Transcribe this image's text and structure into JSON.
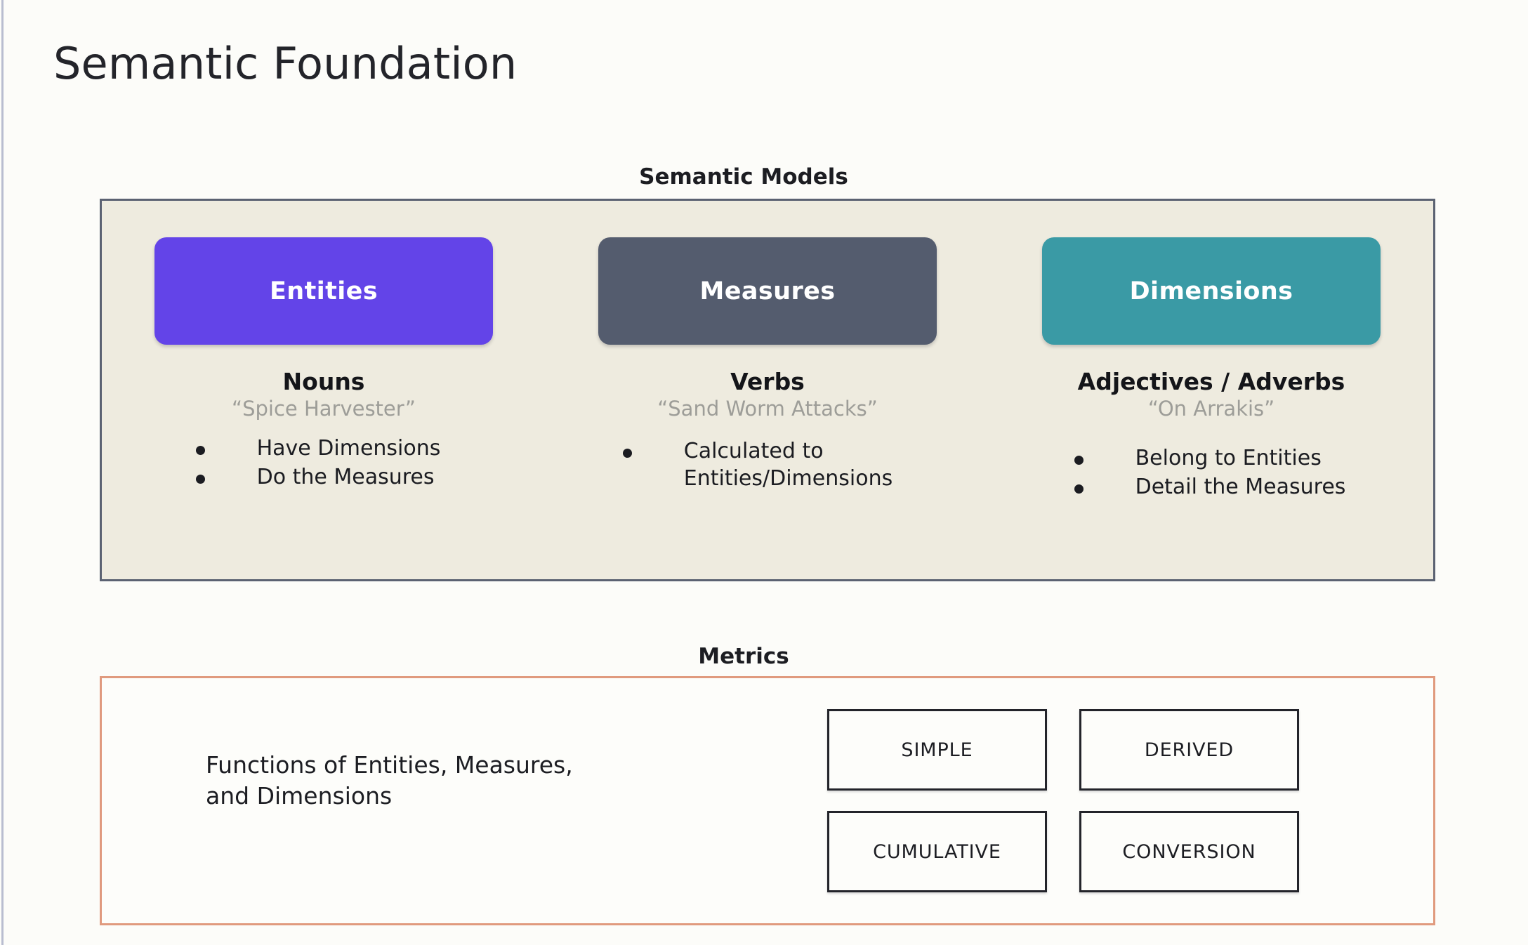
{
  "slide": {
    "title": "Semantic Foundation",
    "background_color": "#fcfcf9"
  },
  "semantic_models": {
    "heading": "Semantic Models",
    "panel_background": "#eeebdf",
    "panel_border_color": "#5b6272",
    "columns": [
      {
        "card_label": "Entities",
        "card_color": "#6344e8",
        "part_of_speech": "Nouns",
        "example": "“Spice Harvester”",
        "bullets": [
          "Have Dimensions",
          "Do the Measures"
        ]
      },
      {
        "card_label": "Measures",
        "card_color": "#545c6e",
        "part_of_speech": "Verbs",
        "example": "“Sand Worm Attacks”",
        "bullets": [
          "Calculated to\nEntities/Dimensions"
        ]
      },
      {
        "card_label": "Dimensions",
        "card_color": "#3a9aa5",
        "part_of_speech": "Adjectives / Adverbs",
        "example": "“On Arrakis”",
        "bullets": [
          "Belong to Entities",
          "Detail the Measures"
        ]
      }
    ]
  },
  "metrics": {
    "heading": "Metrics",
    "panel_border_color": "#e09a7e",
    "caption": "Functions of Entities, Measures,\nand Dimensions",
    "types": [
      "SIMPLE",
      "DERIVED",
      "CUMULATIVE",
      "CONVERSION"
    ]
  }
}
